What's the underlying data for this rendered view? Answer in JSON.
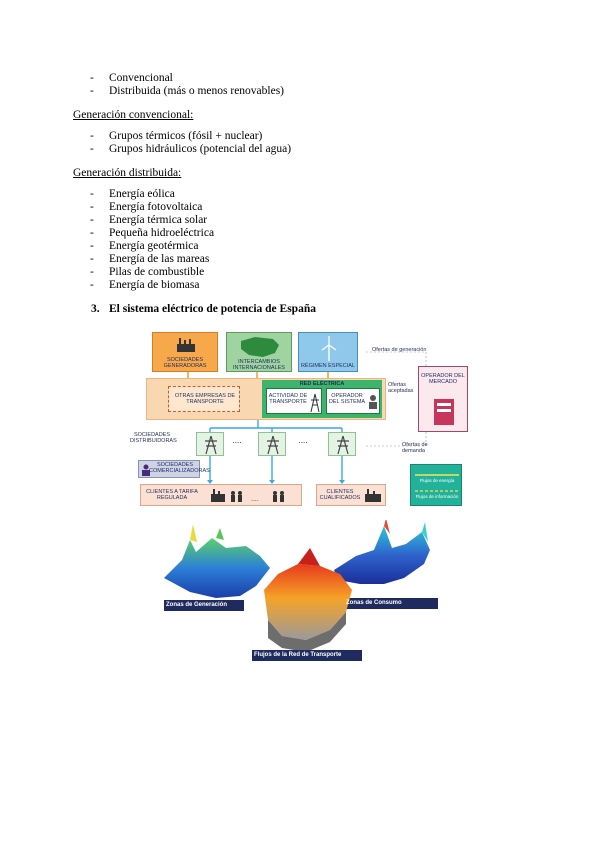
{
  "list_intro": [
    "Convencional",
    "Distribuida (más o menos renovables)"
  ],
  "conv": {
    "heading": "Generación convencional:",
    "items": [
      "Grupos térmicos (fósil + nuclear)",
      "Grupos hidráulicos (potencial del agua)"
    ]
  },
  "dist": {
    "heading": "Generación distribuida:",
    "items": [
      "Energía eólica",
      "Energía fotovoltaica",
      "Energía térmica solar",
      "Pequeña hidroeléctrica",
      "Energía geotérmica",
      "Energía de las mareas",
      "Pilas de combustible",
      "Energía de biomasa"
    ]
  },
  "section": {
    "number": "3.",
    "title": "El sistema eléctrico de potencia de España"
  },
  "diagram": {
    "top_boxes": [
      "SOCIEDADES GENERADORAS",
      "INTERCAMBIOS INTERNACIONALES",
      "RÉGIMEN ESPECIAL"
    ],
    "ofertas_generacion": "Ofertas de generación",
    "red_electrica": "RED ELÉCTRICA",
    "otras_empresas": "OTRAS EMPRESAS DE TRANSPORTE",
    "actividad_transporte": "ACTIVIDAD DE TRANSPORTE",
    "operador_sistema": "OPERADOR DEL SISTEMA",
    "ofertas_aceptadas": "Ofertas aceptadas",
    "operador_mercado": "OPERADOR DEL MERCADO",
    "sociedades_distribuidoras": "SOCIEDADES DISTRIBUIDORAS",
    "ellipsis": "....",
    "ofertas_demanda": "Ofertas de demanda",
    "sociedades_comercializadoras": "SOCIEDADES COMERCIALIZADORAS",
    "clientes_tarifa": "CLIENTES A TARIFA REGULADA",
    "clientes_cualificados": "CLIENTES CUALIFICADOS",
    "legend_energia": "Flujos de energía",
    "legend_informacion": "Flujos de información"
  },
  "maps": {
    "zonas_generacion": "Zonas de Generación",
    "zonas_consumo": "Zonas de Consumo",
    "flujos_red": "Flujos de la Red de Transporte"
  },
  "colors": {
    "orange": "#f7a84a",
    "peach": "#f9d7b0",
    "green": "#3db36b",
    "blue_arrow": "#38a8e8",
    "teal": "#22b29a",
    "navy_label": "#1f2b5e"
  }
}
